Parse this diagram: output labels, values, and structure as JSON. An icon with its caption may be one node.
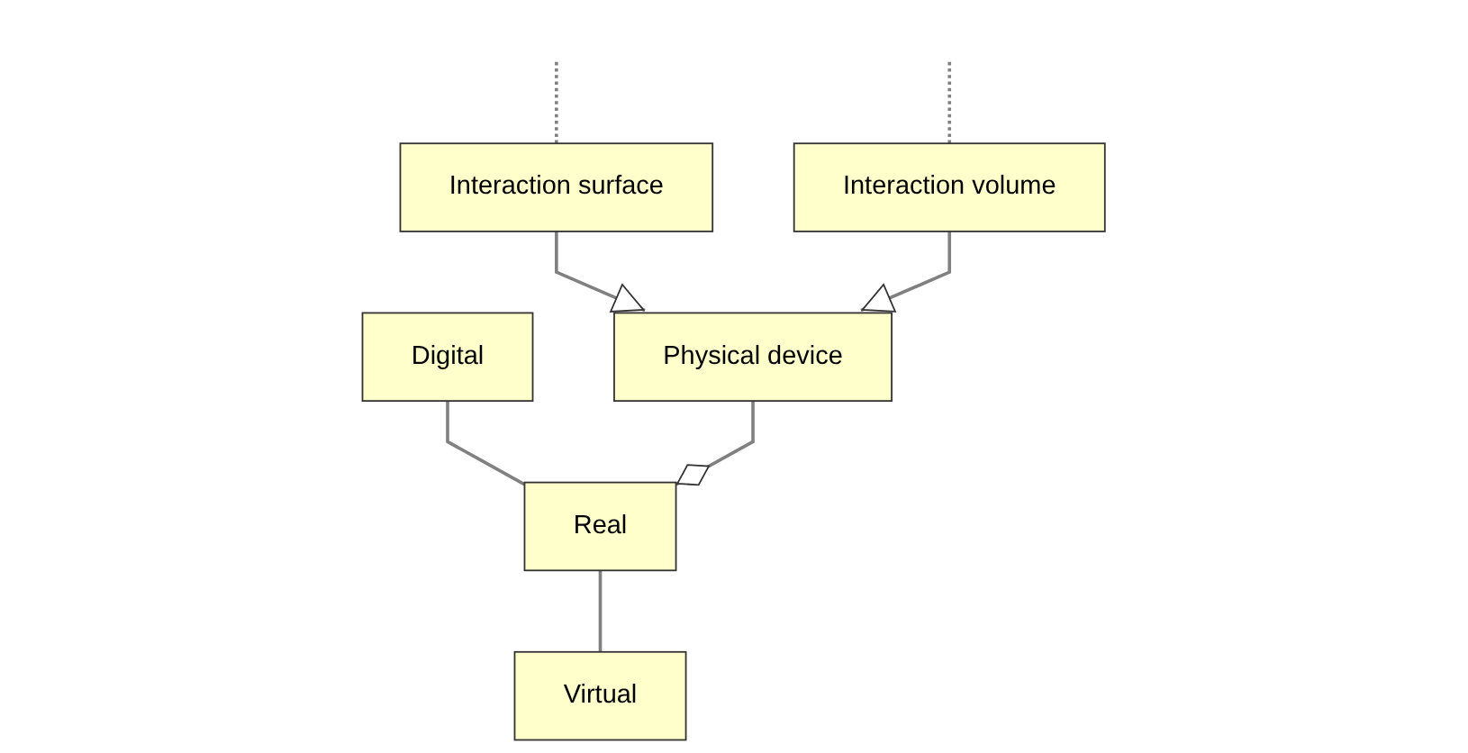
{
  "diagram": {
    "nodes": [
      {
        "text": [
          "Digital"
        ]
      },
      {
        "text": [
          "Real"
        ]
      },
      {
        "text": [
          "Virtual"
        ]
      },
      {
        "text": [
          "Physical device"
        ]
      },
      {
        "text": [
          "Interaction surface"
        ]
      },
      {
        "text": [
          "Interaction volume"
        ]
      }
    ],
    "edges": [
      {
        "from": 0,
        "to": 1,
        "arrow": "none"
      },
      {
        "from": 1,
        "to": 2,
        "arrow": "none"
      },
      {
        "from": 3,
        "to": 1,
        "arrow": "other"
      },
      {
        "from": 4,
        "to": 3,
        "arrow": "to"
      },
      {
        "from": 5,
        "to": 3,
        "arrow": "to"
      },
      {
        "from": null,
        "to": 4,
        "arrow": "none",
        "style": "dashed"
      },
      {
        "from": null,
        "to": 5,
        "arrow": "none",
        "style": "dashed"
      }
    ]
  }
}
